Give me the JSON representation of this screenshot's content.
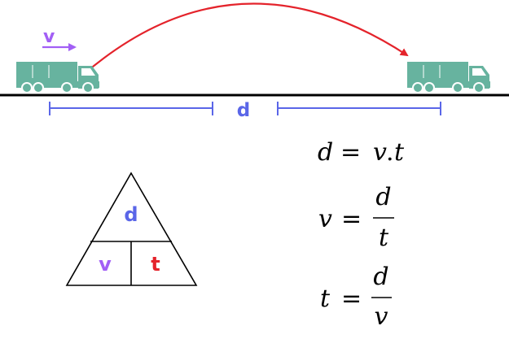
{
  "diagram": {
    "velocity_symbol": "v",
    "distance_symbol": "d",
    "colors": {
      "velocity": "#a25ff5",
      "distance": "#5a66e8",
      "time": "#e4232b",
      "trajectory_arrow": "#e4232b",
      "truck_body": "#67b39f",
      "road": "#000000",
      "triangle": "#000000"
    },
    "icons": [
      "truck-icon",
      "truck-icon",
      "velocity-arrow-icon",
      "trajectory-arrow-icon"
    ]
  },
  "triangle": {
    "top": "d",
    "bottom_left": "v",
    "bottom_right": "t"
  },
  "formulas": {
    "f1_lhs": "d",
    "f1_eq": "=",
    "f1_rhs_a": "v",
    "f1_rhs_dot": ".",
    "f1_rhs_b": "t",
    "f2_lhs": "v",
    "f2_eq": "=",
    "f2_num": "d",
    "f2_den": "t",
    "f3_lhs": "t",
    "f3_eq": "=",
    "f3_num": "d",
    "f3_den": "v"
  }
}
